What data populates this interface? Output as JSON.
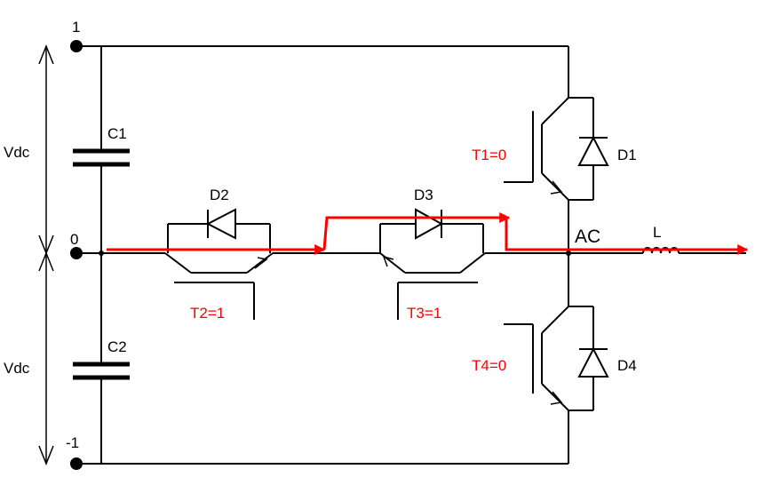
{
  "nodes": {
    "top": "1",
    "mid": "0",
    "bottom": "-1",
    "ac": "AC"
  },
  "sources": {
    "upper": "Vdc",
    "lower": "Vdc"
  },
  "capacitors": {
    "c1": "C1",
    "c2": "C2"
  },
  "inductor": "L",
  "diodes": {
    "d1": "D1",
    "d2": "D2",
    "d3": "D3",
    "d4": "D4"
  },
  "switch_states": {
    "t1": "T1=0",
    "t2": "T2=1",
    "t3": "T3=1",
    "t4": "T4=0"
  },
  "colors": {
    "wire": "#000000",
    "current_path": "#ff0000"
  }
}
